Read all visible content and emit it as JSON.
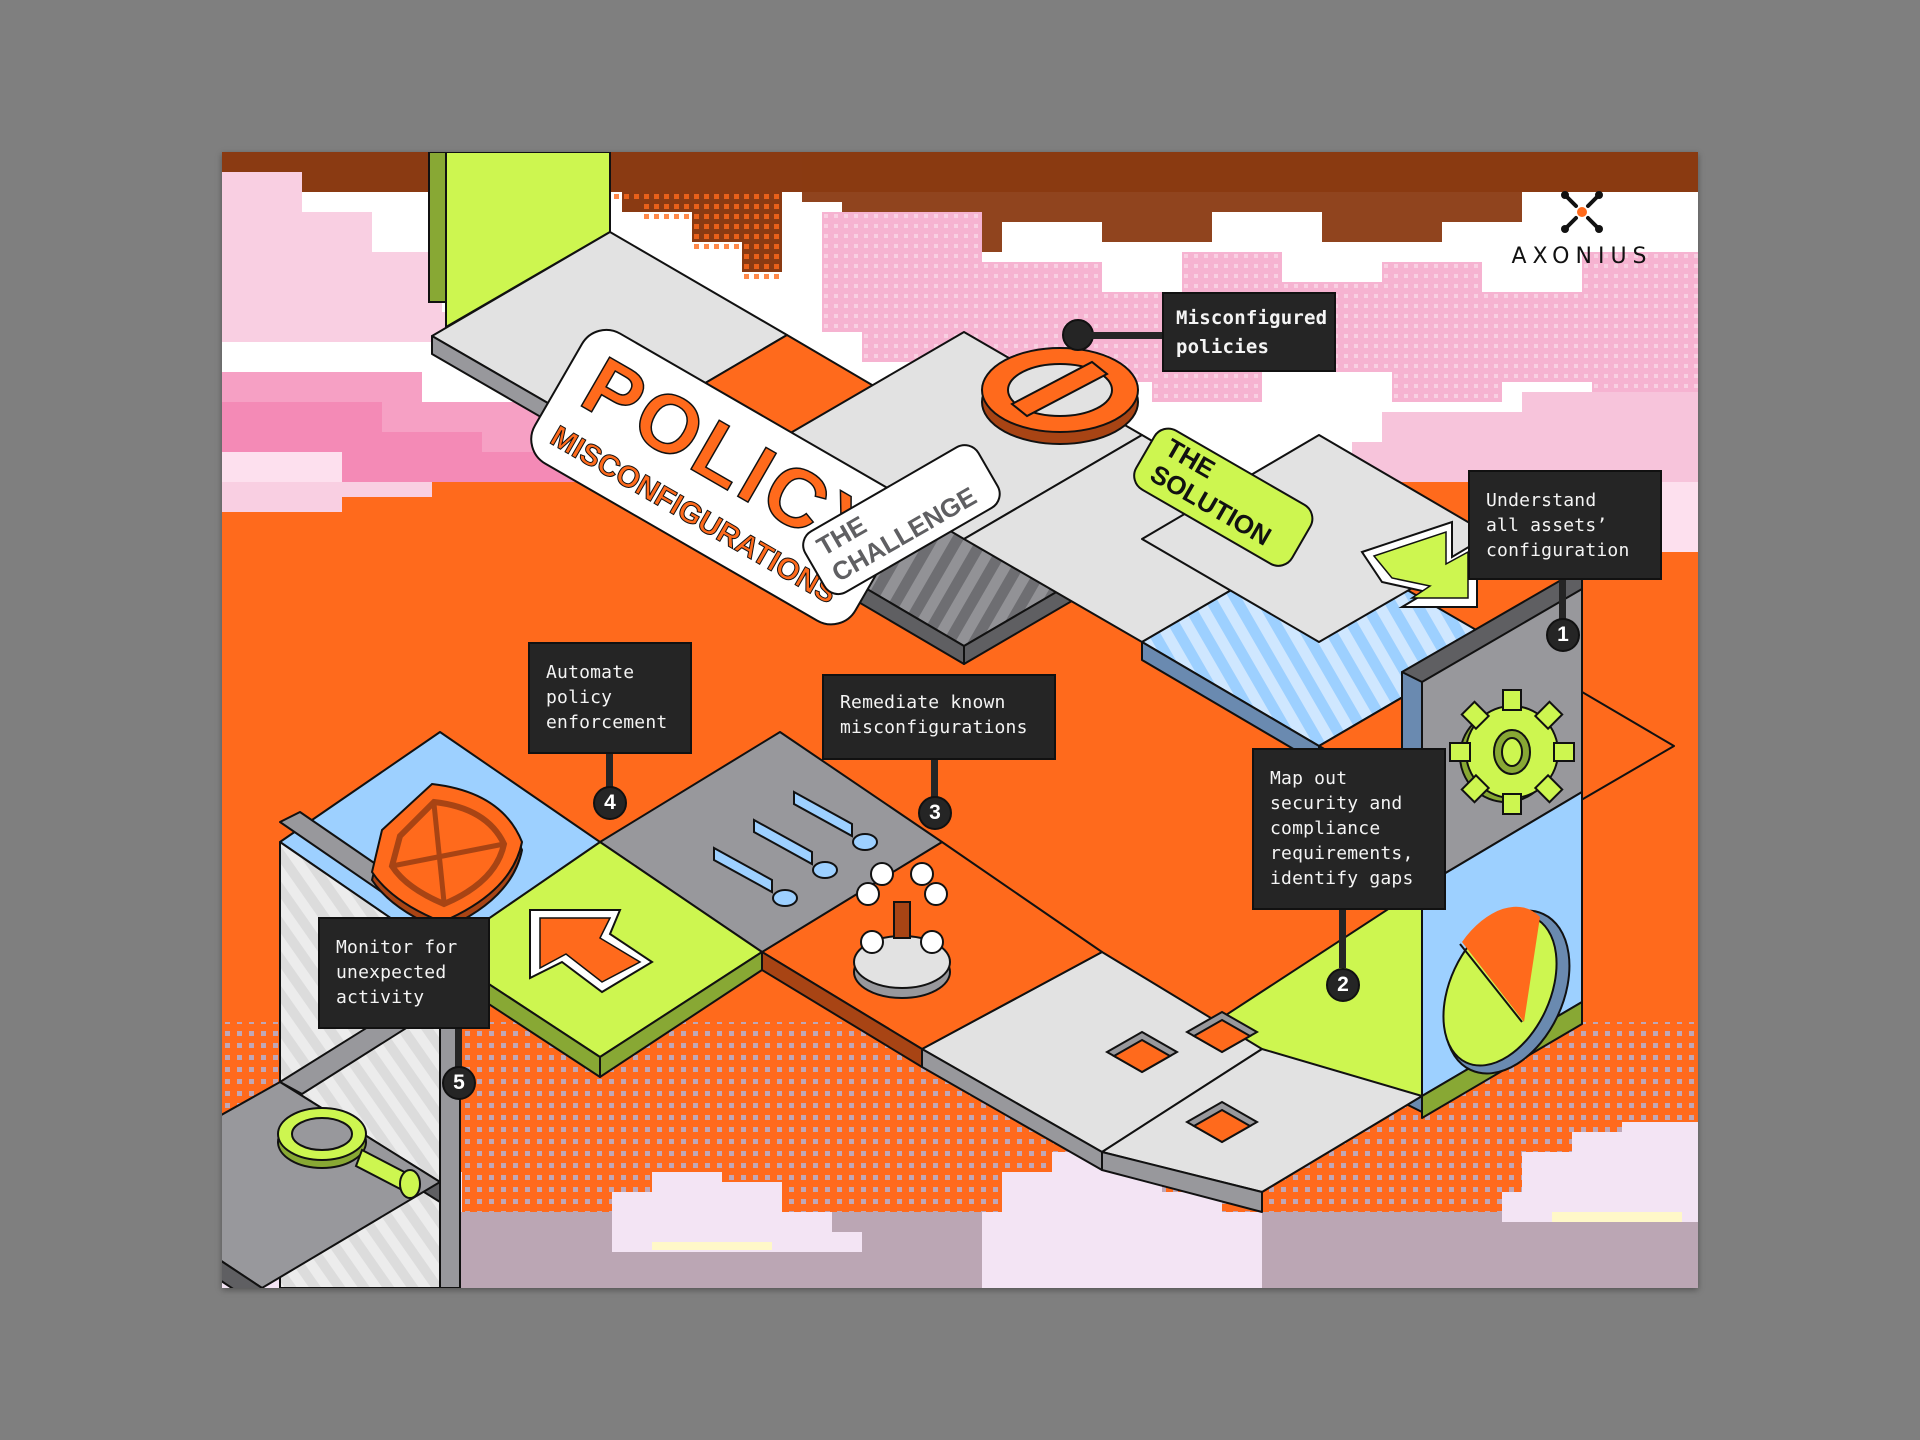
{
  "brand": {
    "name": "AXONIUS",
    "logo_icon": "axonius-x-node-icon",
    "accent": "#ff6a1c"
  },
  "title": {
    "main": "POLICY",
    "sub": "MISCONFIGURATIONS"
  },
  "labels": {
    "challenge_line1": "THE",
    "challenge_line2": "CHALLENGE",
    "solution_line1": "THE",
    "solution_line2": "SOLUTION"
  },
  "challenge": {
    "text": "Misconfigured\npolicies",
    "icon": "prohibited-sign-icon"
  },
  "steps": [
    {
      "number": "1",
      "text": "Understand\nall assets’\nconfiguration",
      "icon": "gear-icon"
    },
    {
      "number": "2",
      "text": "Map out\nsecurity and\ncompliance\nrequirements,\nidentify gaps",
      "icon": "grid-gaps-icon"
    },
    {
      "number": "3",
      "text": "Remediate known\nmisconfigurations",
      "icon": "toggle-bars-icon"
    },
    {
      "number": "4",
      "text": "Automate\npolicy\nenforcement",
      "icon": "shield-icon"
    },
    {
      "number": "5",
      "text": "Monitor for\nunexpected\nactivity",
      "icon": "magnifier-icon"
    }
  ],
  "colors": {
    "orange": "#ff6a1c",
    "dark_orange": "#a84414",
    "lime": "#cdf650",
    "dark_lime": "#88a834",
    "light_blue": "#9dd0ff",
    "steel_blue": "#6a8ab0",
    "light_gray": "#e2e2e2",
    "mid_gray": "#98989c",
    "dark_gray": "#5f5f62",
    "callout_bg": "#252525",
    "pink": "#f9b9d6",
    "brown": "#8a3a12"
  }
}
